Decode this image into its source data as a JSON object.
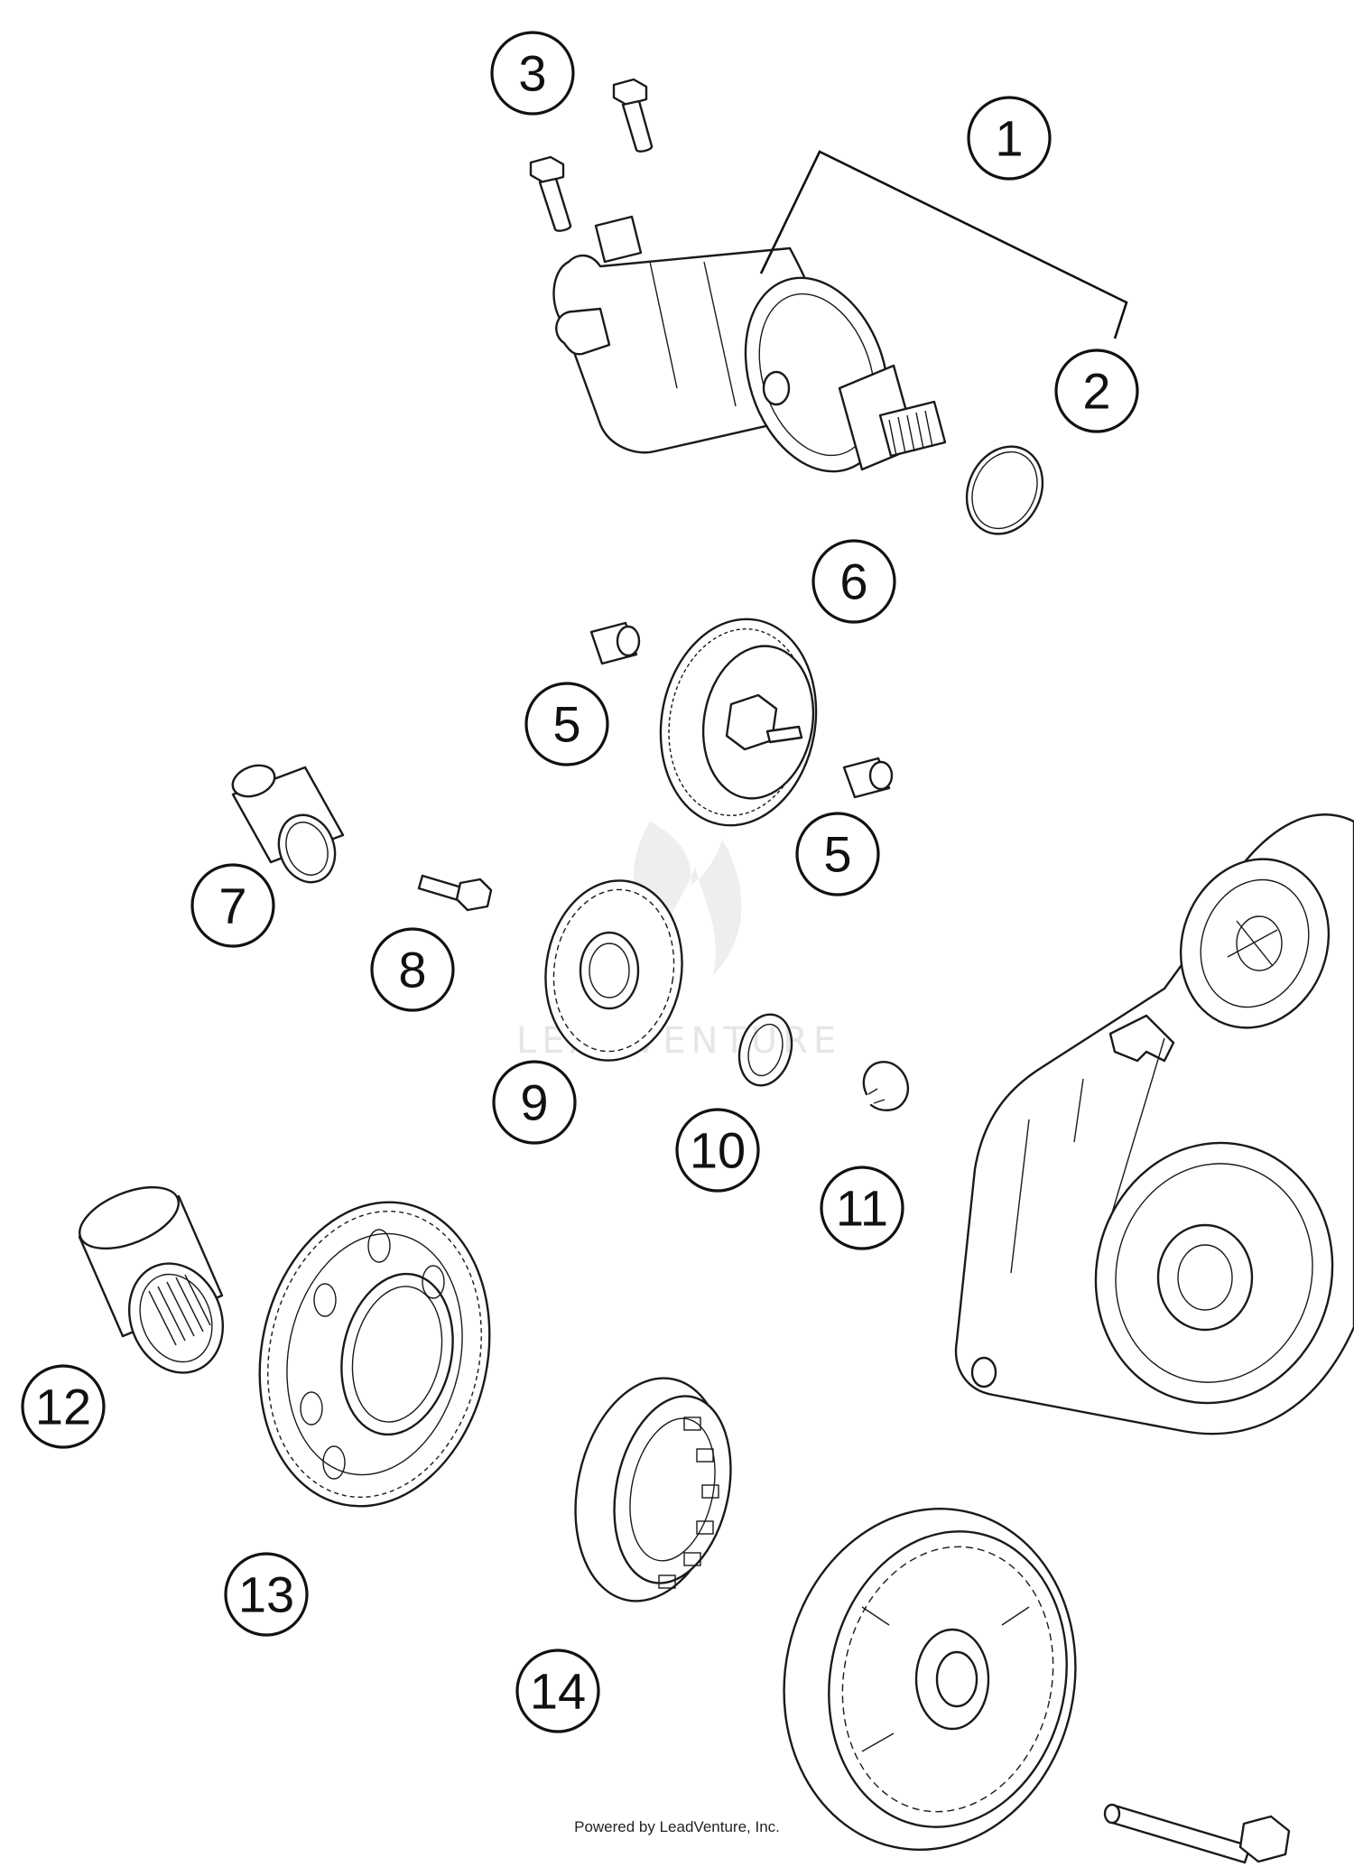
{
  "diagram": {
    "callouts": [
      "1",
      "2",
      "3",
      "5",
      "5",
      "6",
      "7",
      "8",
      "9",
      "10",
      "11",
      "12",
      "13",
      "14"
    ],
    "watermark": "LEADVENTURE",
    "copyright": "Powered by LeadVenture, Inc."
  }
}
